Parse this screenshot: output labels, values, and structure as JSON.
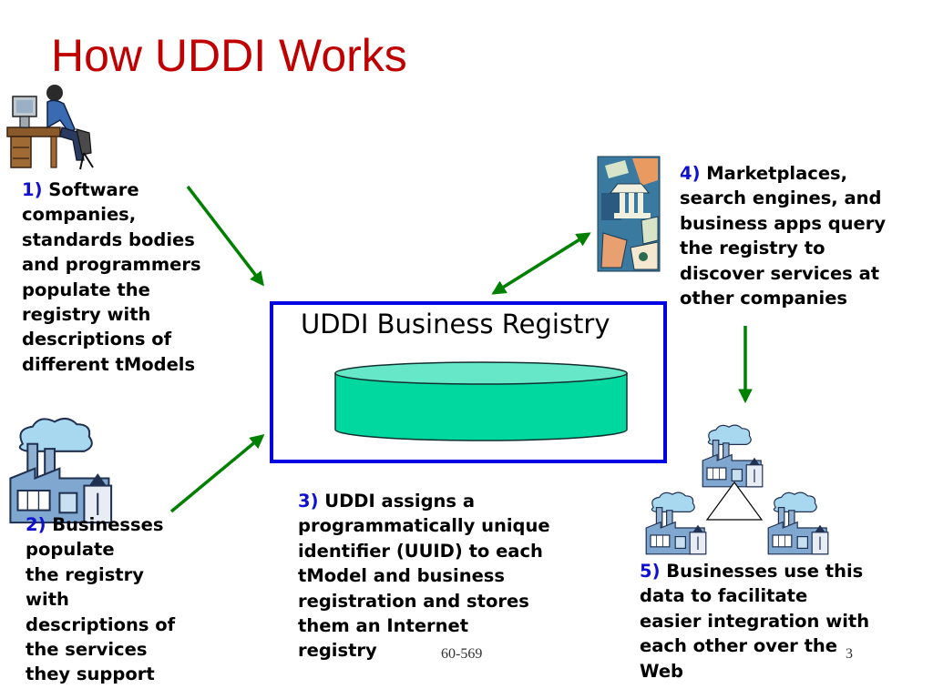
{
  "slide": {
    "title": "How UDDI Works",
    "registry_label": "UDDI Business Registry",
    "steps": [
      {
        "num": "1)",
        "lines": [
          "Software",
          "companies,",
          "standards bodies",
          "and programmers",
          "populate the",
          "registry with",
          "descriptions of",
          "different tModels"
        ]
      },
      {
        "num": "2)",
        "lines": [
          "Businesses",
          "populate",
          "the registry",
          "with",
          "descriptions of",
          "the services",
          "they support"
        ]
      },
      {
        "num": "3)",
        "lines": [
          "UDDI assigns a",
          "programmatically unique",
          "identifier (UUID) to each",
          "tModel and business",
          "registration and stores",
          "them an Internet",
          "registry"
        ]
      },
      {
        "num": "4)",
        "lines": [
          "Marketplaces,",
          "search engines, and",
          "business apps query",
          "the registry to",
          "discover services at",
          "other companies"
        ]
      },
      {
        "num": "5)",
        "lines": [
          "Businesses use this",
          "data to facilitate",
          "easier integration with",
          "each other over the",
          "Web"
        ]
      }
    ],
    "footer_course": "60-569",
    "footer_page": "3",
    "colors": {
      "title": "#c00000",
      "step_number": "#1010d0",
      "arrow": "#008000",
      "box_border": "#0000e0",
      "database": "#00d8a0"
    },
    "icons": [
      "programmer-at-computer-icon",
      "factory-icon",
      "marketplace-collage-icon",
      "factory-network-icon"
    ]
  }
}
